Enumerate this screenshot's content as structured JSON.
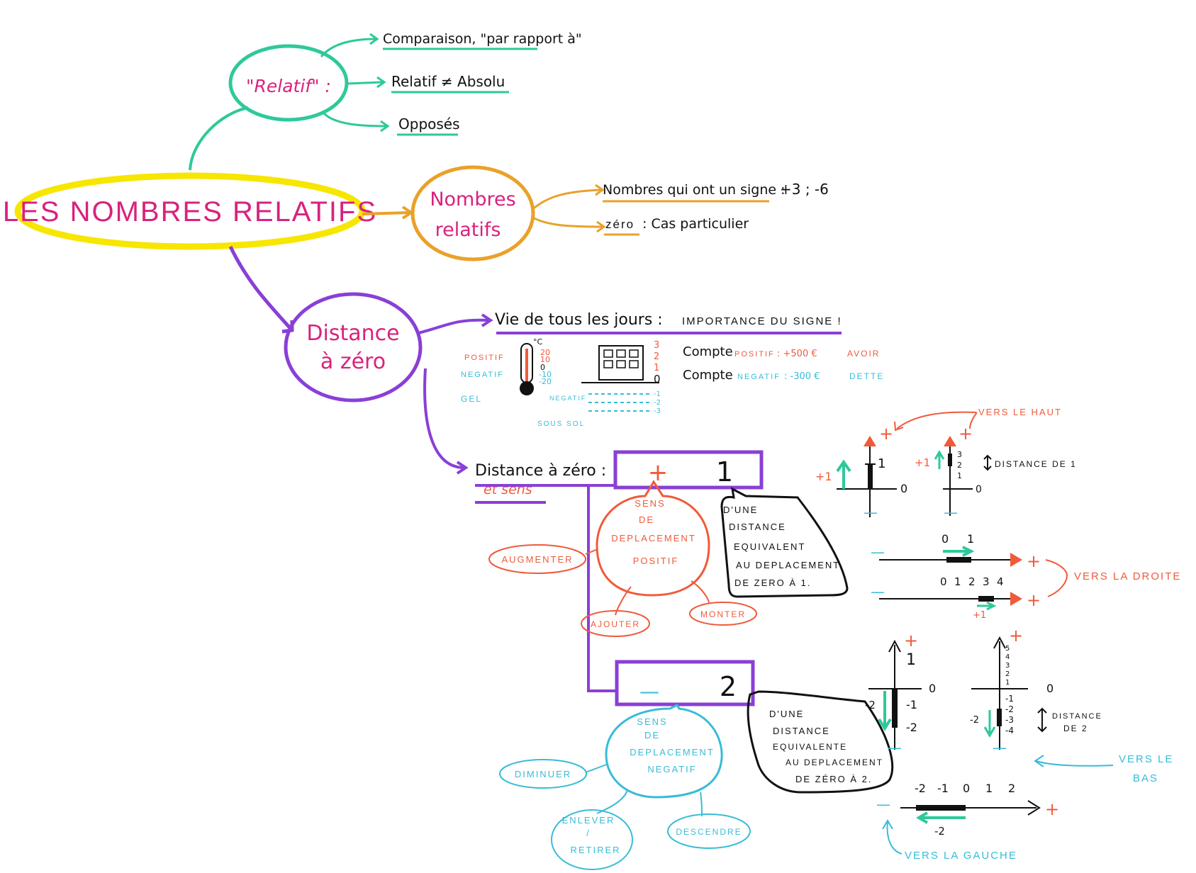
{
  "colors": {
    "yellow": "#f7e600",
    "green": "#2ec99a",
    "orange": "#eaa12a",
    "purple": "#8a3fd6",
    "pink": "#d8227e",
    "red": "#f05a3a",
    "blue": "#38bcd8",
    "black": "#111111"
  },
  "central": {
    "title": "LES NOMBRES RELATIFS"
  },
  "relatif": {
    "title": "\"Relatif\" :",
    "items": [
      "Comparaison, \"par rapport à\"",
      "Relatif ≠ Absolu",
      "Opposés"
    ]
  },
  "nombres": {
    "title_line1": "Nombres",
    "title_line2": "relatifs",
    "item1_text": "Nombres qui ont un signe :",
    "item1_values": "+3 ; -6",
    "item2_key": "zéro",
    "item2_text": ": Cas particulier"
  },
  "distance": {
    "title_line1": "Distance",
    "title_line2": "à zéro",
    "vie_left": "Vie de tous les jours :",
    "vie_right": "IMPORTANCE DU SIGNE !",
    "thermo": {
      "unit": "°C",
      "positif": "POSITIF",
      "negatif": "NEGATIF",
      "gel": "GEL",
      "ticks": [
        "20",
        "10",
        "0",
        "-10",
        "-20"
      ]
    },
    "building": {
      "floors_up": [
        "3",
        "2",
        "1",
        "0"
      ],
      "floors_down": [
        "-1",
        "-2",
        "-3"
      ],
      "negatif": "NEGATIF",
      "soussol": "SOUS SOL"
    },
    "compte1": {
      "label": "Compte",
      "sign": "POSITIF",
      "amount": ": +500 €",
      "word": "AVOIR"
    },
    "compte2": {
      "label": "Compte",
      "sign": "NEGATIF",
      "amount": ": -300 €",
      "word": "DETTE"
    },
    "des_title": "Distance à zéro :",
    "des_subtitle": "et sens"
  },
  "positive": {
    "sign": "+",
    "value": "1",
    "bubble": [
      "SENS",
      "DE",
      "DEPLACEMENT",
      "POSITIF"
    ],
    "callout": [
      "D'UNE",
      "DISTANCE",
      "EQUIVALENT",
      "AU DEPLACEMENT",
      "DE ZERO À 1."
    ],
    "verbs": [
      "AUGMENTER",
      "AJOUTER",
      "MONTER"
    ],
    "vers_haut": "VERS LE HAUT",
    "vers_droite": "VERS LA DROITE",
    "distance_label": "DISTANCE DE 1"
  },
  "negative": {
    "sign": "—",
    "value": "2",
    "bubble": [
      "SENS",
      "DE",
      "DEPLACEMENT",
      "NEGATIF"
    ],
    "callout": [
      "D'UNE",
      "DISTANCE",
      "EQUIVALENTE",
      "AU DEPLACEMENT",
      "DE ZÉRO À 2."
    ],
    "verbs": [
      "DIMINUER",
      "ENLEVER",
      "/",
      "RETIRER",
      "DESCENDRE"
    ],
    "vers_bas_1": "VERS LE",
    "vers_bas_2": "BAS",
    "vers_gauche": "VERS LA GAUCHE",
    "distance_label_1": "DISTANCE",
    "distance_label_2": "DE 2"
  },
  "axes": {
    "plus": "+",
    "minus": "—",
    "zero": "0",
    "one": "1",
    "plus_one": "+1",
    "minus_two": "-2",
    "v_ticks_pos": [
      "3",
      "2",
      "1"
    ],
    "v_ticks_pos5": [
      "5",
      "4",
      "3",
      "2",
      "1"
    ],
    "v_ticks_neg2": [
      "-1",
      "-2"
    ],
    "v_ticks_neg4": [
      "-1",
      "-2",
      "-3",
      "-4"
    ],
    "h_ticks_01": [
      "0",
      "1"
    ],
    "h_ticks_0to4": [
      "0",
      "1",
      "2",
      "3",
      "4"
    ],
    "h_ticks_m2to2": [
      "-2",
      "-1",
      "0",
      "1",
      "2"
    ]
  }
}
